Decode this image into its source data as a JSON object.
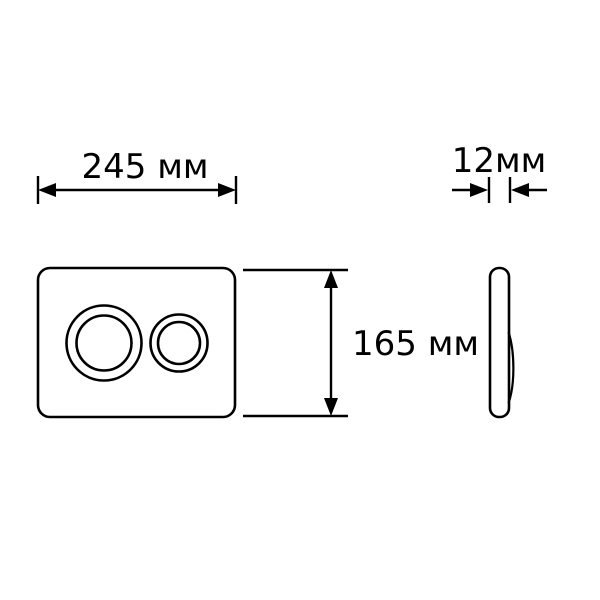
{
  "dimensions": {
    "width": "245 мм",
    "height": "165 мм",
    "depth": "12мм"
  },
  "colors": {
    "line": "#000000",
    "background": "#ffffff"
  }
}
